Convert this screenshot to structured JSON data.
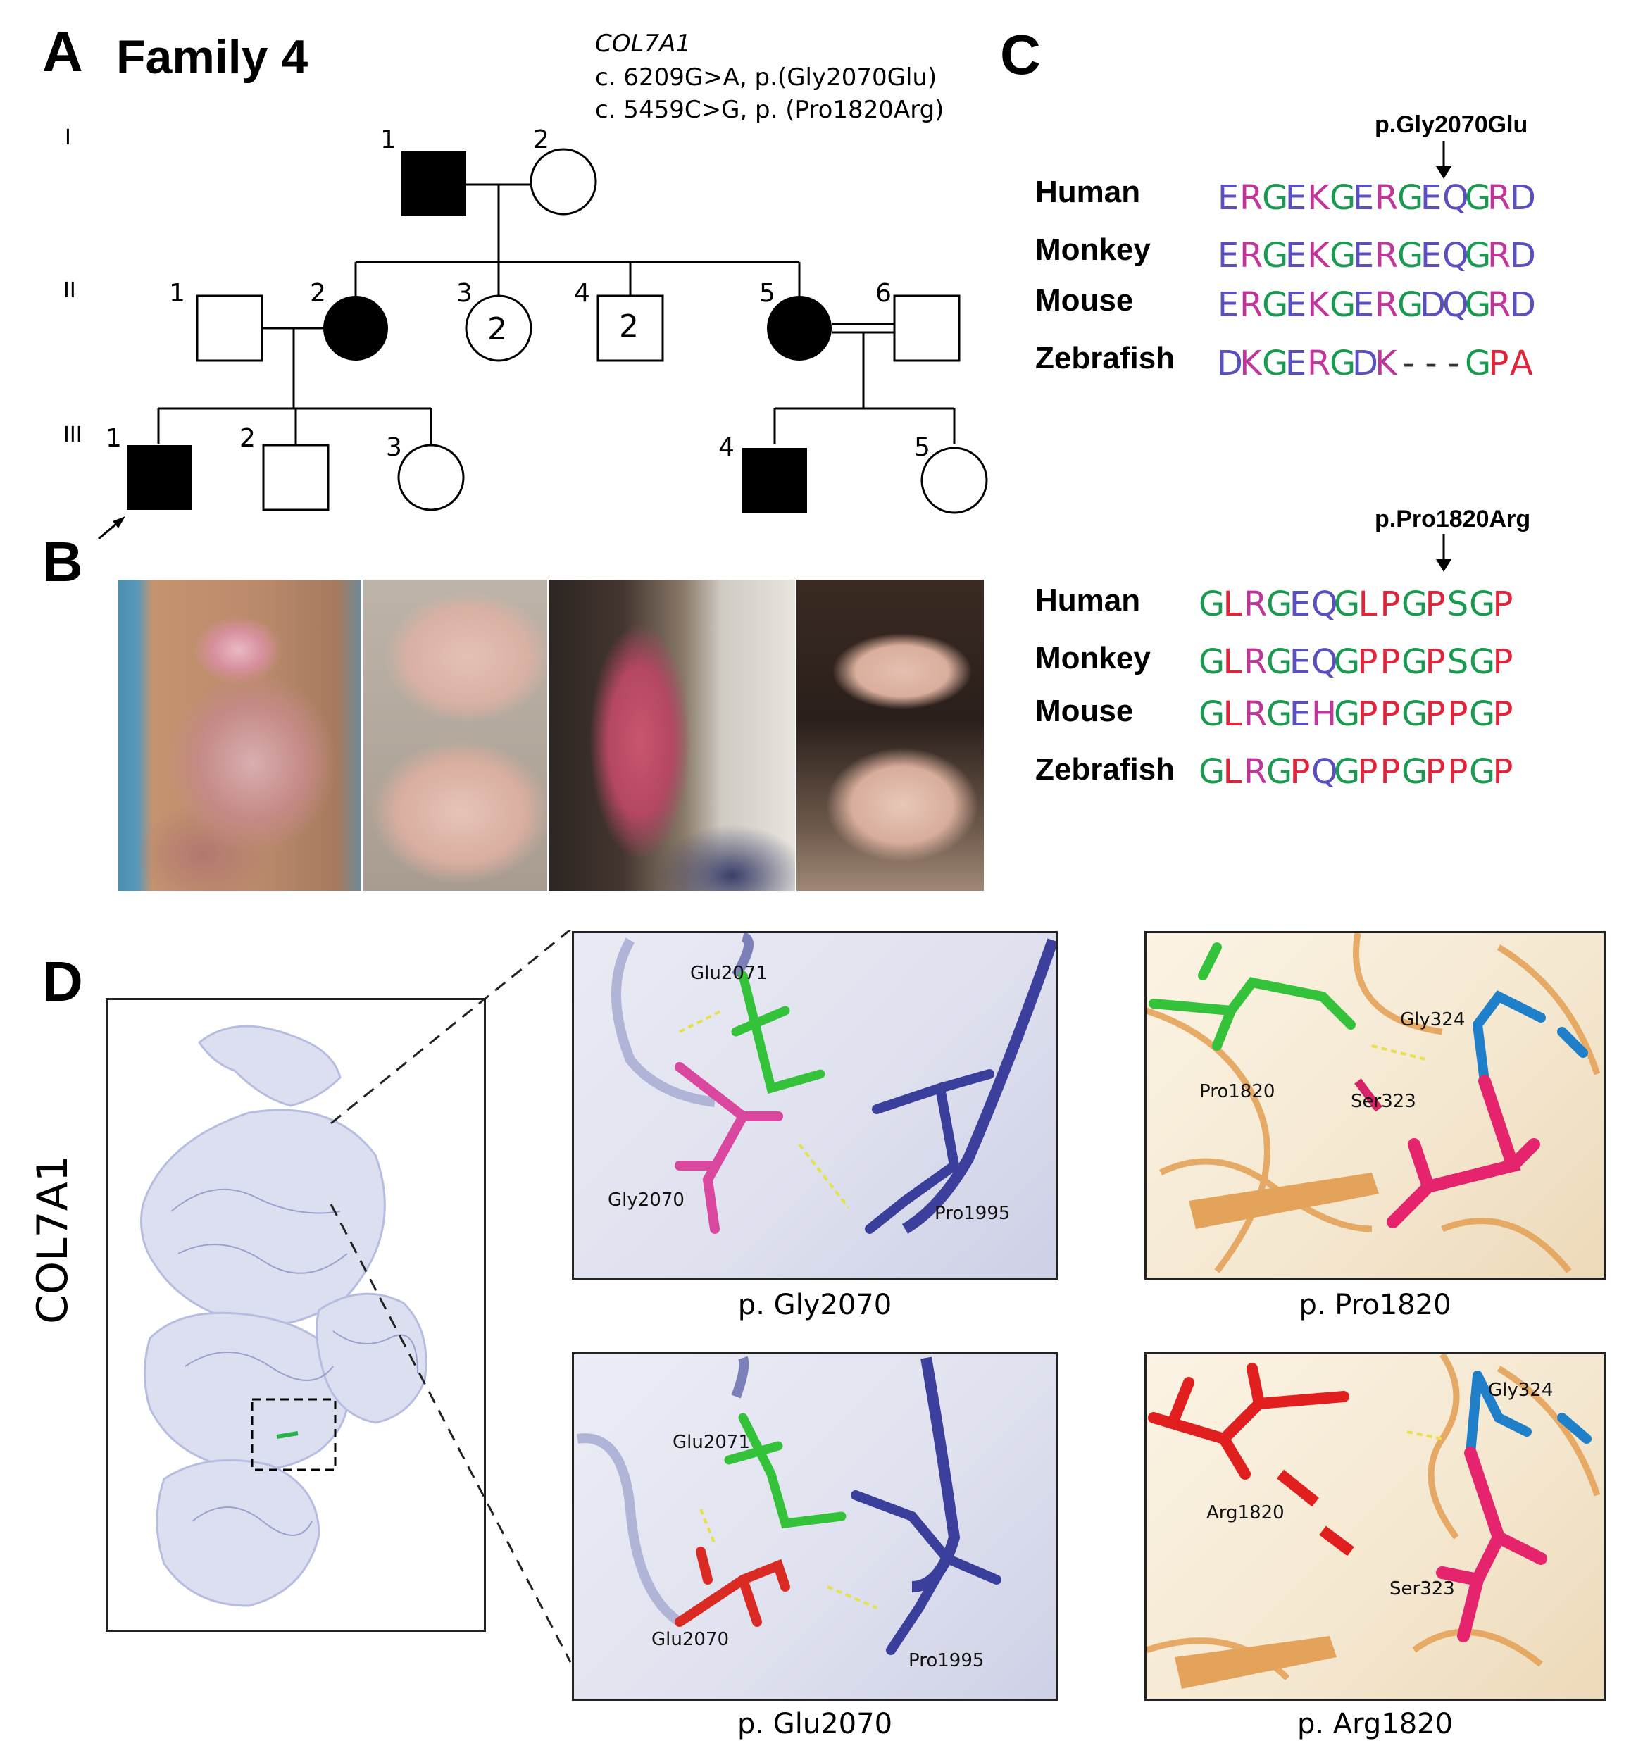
{
  "panels": {
    "a": "A",
    "b": "B",
    "c": "C",
    "d": "D"
  },
  "panel_a": {
    "title": "Family 4",
    "gene": "COL7A1",
    "variant1": "c. 6209G>A, p.(Gly2070Glu)",
    "variant2": "c. 5459C>G, p. (Pro1820Arg)",
    "generations": [
      "I",
      "II",
      "III"
    ],
    "labels": {
      "I1": "1",
      "I2": "2",
      "II1": "1",
      "II2": "2",
      "II3": "3",
      "II4": "4",
      "II5": "5",
      "II6": "6",
      "III1": "1",
      "III2": "2",
      "III3": "3",
      "III4": "4",
      "III5": "5"
    },
    "sibling_count_female": "2",
    "sibling_count_male": "2"
  },
  "panel_c": {
    "top": {
      "mutation": "p.Gly2070Glu",
      "rows": [
        {
          "species": "Human",
          "seq": "ERGEKGERGEQGRD"
        },
        {
          "species": "Monkey",
          "seq": "ERGEKGERGEQGRD"
        },
        {
          "species": "Mouse",
          "seq": "ERGEKGERGDQGRD"
        },
        {
          "species": "Zebrafish",
          "seq": "DKGERGDK---GPA"
        }
      ]
    },
    "bottom": {
      "mutation": "p.Pro1820Arg",
      "rows": [
        {
          "species": "Human",
          "seq": "GLRGEQGLPGPSGP"
        },
        {
          "species": "Monkey",
          "seq": "GLRGEQGPPGPSGP"
        },
        {
          "species": "Mouse",
          "seq": "GLRGEHGPPGPPGP"
        },
        {
          "species": "Zebrafish",
          "seq": "GLRGPQGPPGPPGP"
        }
      ]
    }
  },
  "panel_d": {
    "protein_label": "COL7A1",
    "captions": {
      "gly2070": "p. Gly2070",
      "glu2070": "p. Glu2070",
      "pro1820": "p. Pro1820",
      "arg1820": "p. Arg1820"
    },
    "residues": {
      "glu2071": "Glu2071",
      "gly2070": "Gly2070",
      "pro1995": "Pro1995",
      "glu2071b": "Glu2071",
      "glu2070": "Glu2070",
      "pro1995b": "Pro1995",
      "pro1820": "Pro1820",
      "ser323": "Ser323",
      "gly324": "Gly324",
      "arg1820": "Arg1820",
      "ser323b": "Ser323",
      "gly324b": "Gly324"
    }
  },
  "colors": {
    "residue_acidic": "#5a4fbf",
    "residue_basic": "#c0359a",
    "residue_gly": "#1a9a50",
    "residue_pro": "#e0253a",
    "glu_red": "#e21f1f",
    "gly_magenta": "#d9479e",
    "pro_blue": "#3a3a9e",
    "green": "#33c23a",
    "orange": "#e4a35a",
    "pink": "#e6246e",
    "blue": "#1f7fc8"
  }
}
